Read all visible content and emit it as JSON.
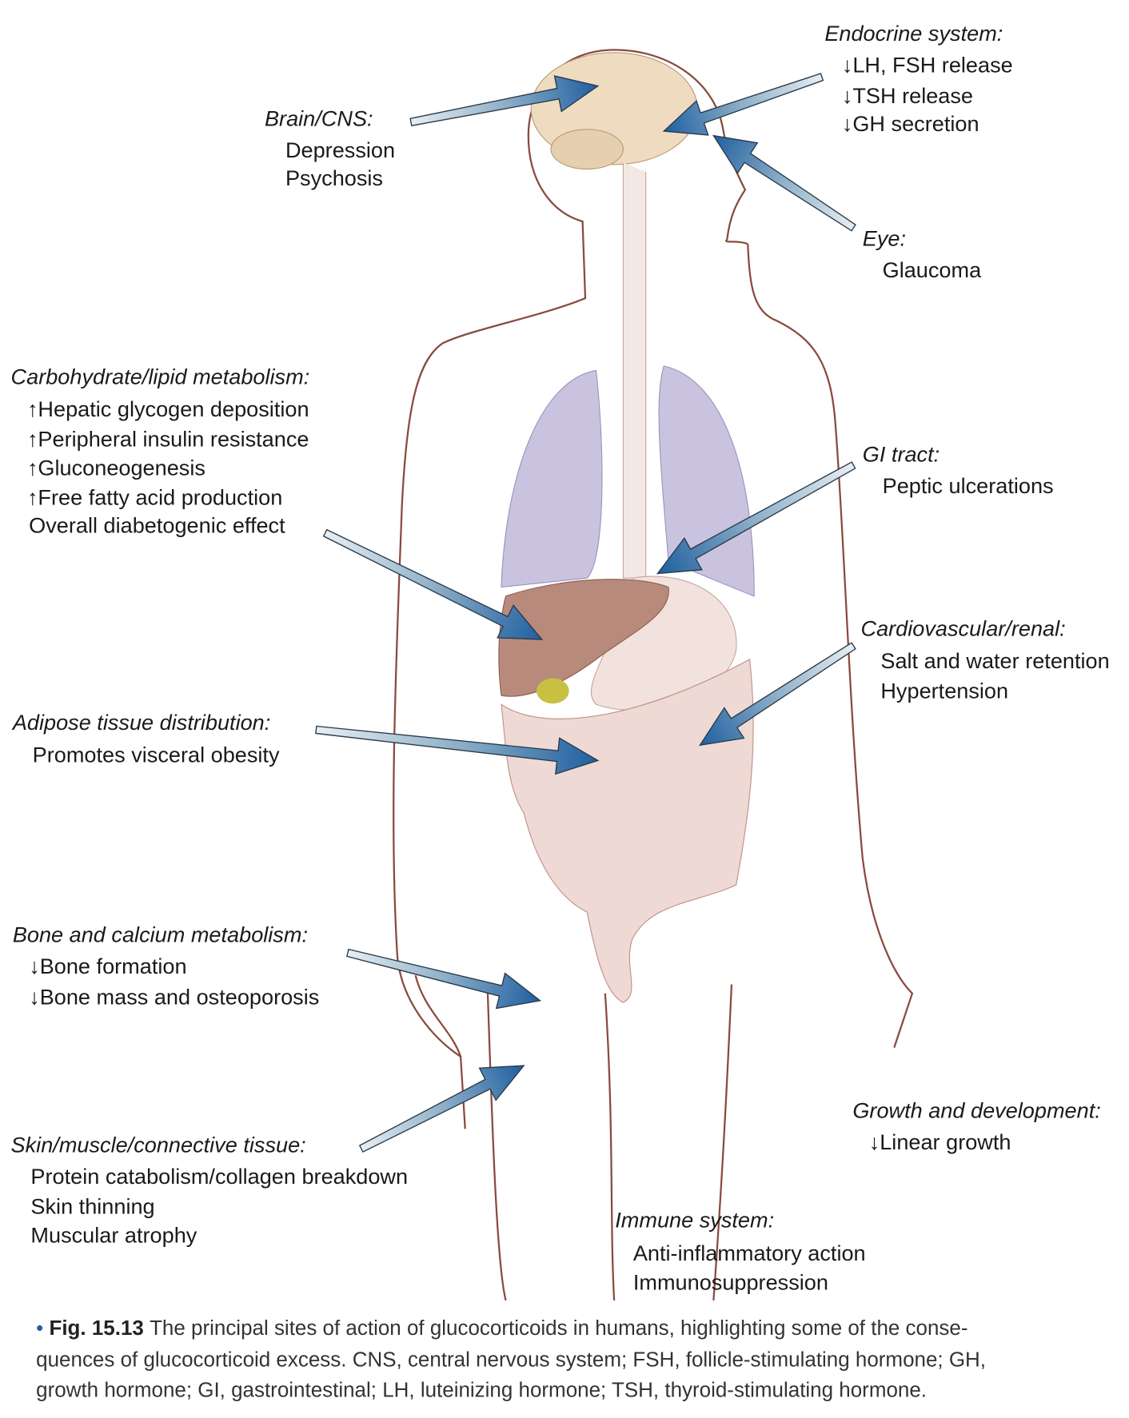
{
  "labels": {
    "brain": {
      "title": "Brain/CNS:",
      "items": [
        "Depression",
        "Psychosis"
      ]
    },
    "endocrine": {
      "title": "Endocrine system:",
      "items": [
        "↓LH, FSH release",
        "↓TSH release",
        "↓GH secretion"
      ]
    },
    "eye": {
      "title": "Eye:",
      "items": [
        "Glaucoma"
      ]
    },
    "carb": {
      "title": "Carbohydrate/lipid metabolism:",
      "items": [
        "↑Hepatic glycogen deposition",
        "↑Peripheral insulin resistance",
        "↑Gluconeogenesis",
        "↑Free fatty acid production",
        "Overall diabetogenic effect"
      ]
    },
    "gi": {
      "title": "GI tract:",
      "items": [
        "Peptic ulcerations"
      ]
    },
    "cv": {
      "title": "Cardiovascular/renal:",
      "items": [
        "Salt and water retention",
        "Hypertension"
      ]
    },
    "adipose": {
      "title": "Adipose tissue distribution:",
      "items": [
        "Promotes visceral obesity"
      ]
    },
    "bone": {
      "title": "Bone and calcium metabolism:",
      "items": [
        "↓Bone formation",
        "↓Bone mass and osteoporosis"
      ]
    },
    "growth": {
      "title": "Growth and development:",
      "items": [
        "↓Linear growth"
      ]
    },
    "skin": {
      "title": "Skin/muscle/connective tissue:",
      "items": [
        "Protein catabolism/collagen breakdown",
        "Skin thinning",
        "Muscular atrophy"
      ]
    },
    "immune": {
      "title": "Immune system:",
      "items": [
        "Anti-inflammatory action",
        "Immunosuppression"
      ]
    }
  },
  "caption": {
    "fig": "Fig. 15.13",
    "line1": "The principal sites of action of glucocorticoids in humans, highlighting some of the conse-",
    "line2": "quences of glucocorticoid excess. CNS, central nervous system; FSH, follicle-stimulating hormone; GH,",
    "line3": "growth hormone; GI, gastrointestinal; LH, luteinizing hormone; TSH, thyroid-stimulating hormone."
  },
  "colors": {
    "arrow": "#1f5fa0",
    "lung": "#c9c3e0",
    "liver": "#b88a7c",
    "intestine": "#efd9d4",
    "outline": "#8a4a3e"
  }
}
